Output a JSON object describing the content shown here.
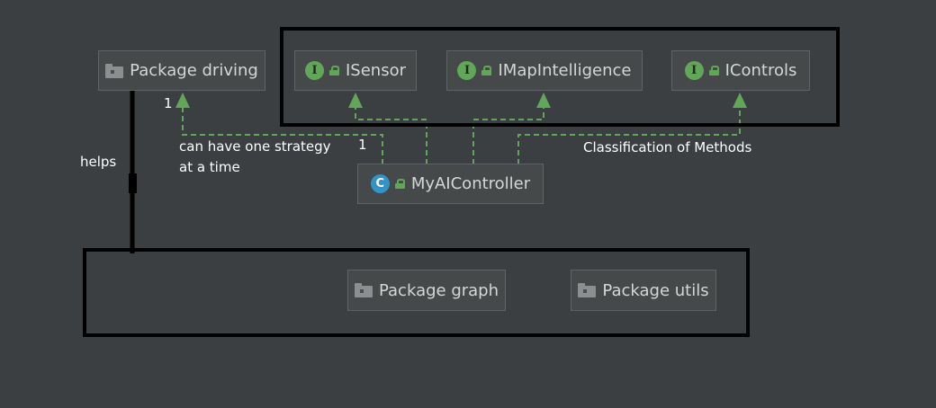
{
  "nodes": {
    "package_driving": {
      "label": "Package driving",
      "icon": "folder-icon"
    },
    "isensor": {
      "label": "ISensor",
      "badge": "I",
      "icon": "interface-icon"
    },
    "imapintelligence": {
      "label": "IMapIntelligence",
      "badge": "I",
      "icon": "interface-icon"
    },
    "icontrols": {
      "label": "IControls",
      "badge": "I",
      "icon": "interface-icon"
    },
    "myaicontroller": {
      "label": "MyAIController",
      "badge": "C",
      "icon": "class-icon"
    },
    "package_graph": {
      "label": "Package graph",
      "icon": "folder-icon"
    },
    "package_utils": {
      "label": "Package utils",
      "icon": "folder-icon"
    }
  },
  "annotations": {
    "multiplicity_driving": "1",
    "multiplicity_controller": "1",
    "strategy_line1": "can have one strategy",
    "strategy_line2": "at a time",
    "helps": "helps",
    "classification": "Classification of Methods"
  },
  "colors": {
    "background": "#3c3f41",
    "node_fill": "#45494a",
    "node_border": "#5e6366",
    "dependency": "#62a65a",
    "interface_badge": "#62a65a",
    "class_badge": "#3592c4",
    "frame": "#000000"
  }
}
